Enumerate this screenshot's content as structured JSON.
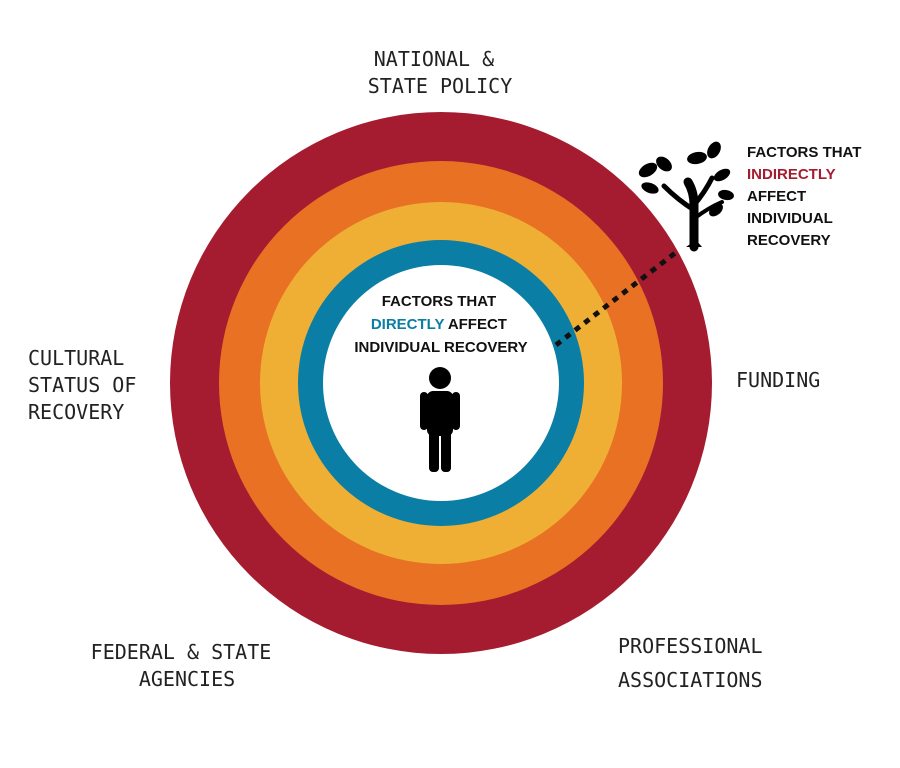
{
  "outer_labels": {
    "top": [
      "NATIONAL &",
      "STATE POLICY"
    ],
    "left": [
      "CULTURAL",
      "STATUS OF",
      "RECOVERY"
    ],
    "right": [
      "FUNDING"
    ],
    "bottom_left": [
      "FEDERAL & STATE",
      "AGENCIES"
    ],
    "bottom_right": [
      "PROFESSIONAL",
      "ASSOCIATIONS"
    ]
  },
  "inner_label": {
    "line1": "FACTORS THAT",
    "line2_highlight": "DIRECTLY",
    "line2_rest": " AFFECT",
    "line3": "INDIVIDUAL RECOVERY"
  },
  "tree_label": {
    "line1": "FACTORS THAT",
    "line2_highlight": "INDIRECTLY",
    "line3": "AFFECT",
    "line4": "INDIVIDUAL",
    "line5": "RECOVERY"
  },
  "icons": {
    "center": "person-icon",
    "corner": "tree-icon"
  },
  "colors": {
    "ring_outer": "#a51c30",
    "ring_orange": "#e87124",
    "ring_yellow": "#efaf35",
    "ring_blue": "#0a7ea4",
    "direct_highlight": "#0a7ea4",
    "indirect_highlight": "#a51c30"
  }
}
